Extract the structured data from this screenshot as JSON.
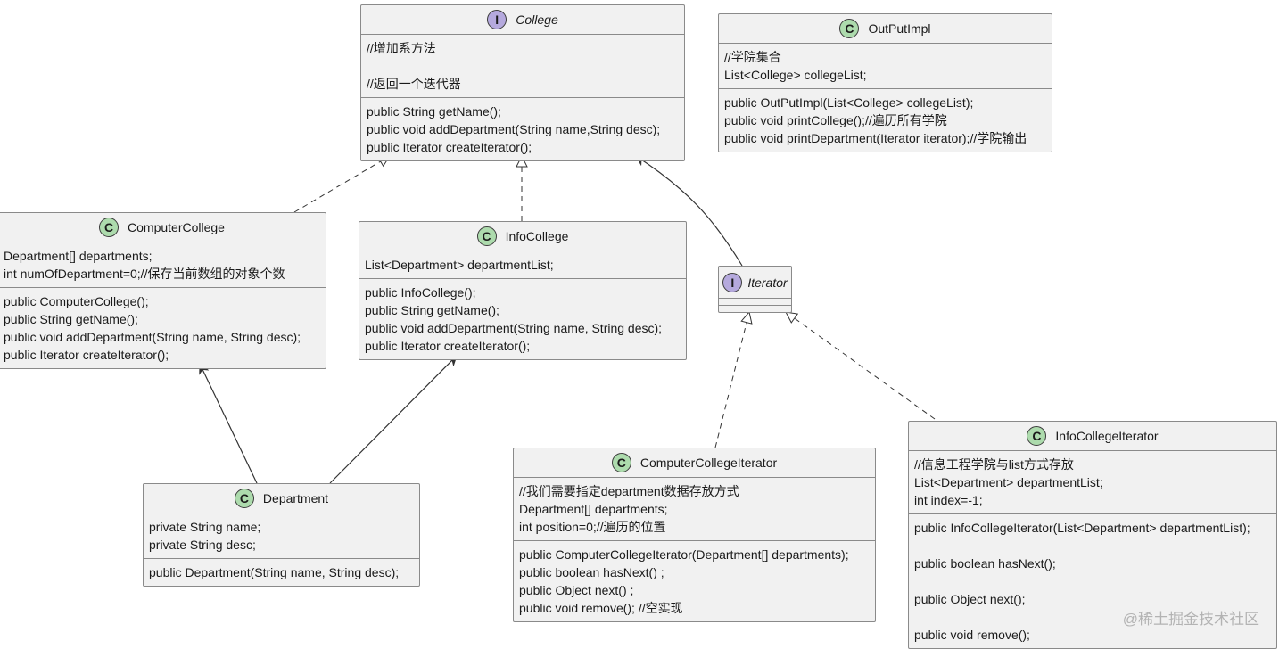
{
  "classes": {
    "college": {
      "badge": "I",
      "name": "College",
      "fields": [
        "//增加系方法",
        "",
        "//返回一个迭代器"
      ],
      "methods": [
        "public String getName();",
        "public void addDepartment(String name,String desc);",
        "public Iterator createIterator();"
      ]
    },
    "outputimpl": {
      "badge": "C",
      "name": "OutPutImpl",
      "fields": [
        "//学院集合",
        "List<College> collegeList;"
      ],
      "methods": [
        "public OutPutImpl(List<College> collegeList);",
        "public void printCollege();//遍历所有学院",
        "public void printDepartment(Iterator iterator);//学院输出"
      ]
    },
    "computer_college": {
      "badge": "C",
      "name": "ComputerCollege",
      "fields": [
        "Department[] departments;",
        "int numOfDepartment=0;//保存当前数组的对象个数"
      ],
      "methods": [
        "public ComputerCollege();",
        "public String getName();",
        "public void addDepartment(String name, String desc);",
        "public Iterator createIterator();"
      ]
    },
    "info_college": {
      "badge": "C",
      "name": "InfoCollege",
      "fields": [
        "List<Department> departmentList;"
      ],
      "methods": [
        "public InfoCollege();",
        "public String getName();",
        "public void addDepartment(String name, String desc);",
        "public Iterator createIterator();"
      ]
    },
    "iterator": {
      "badge": "I",
      "name": "Iterator",
      "fields": [],
      "methods": []
    },
    "department": {
      "badge": "C",
      "name": "Department",
      "fields": [
        "private String name;",
        "private String desc;"
      ],
      "methods": [
        "public Department(String name, String desc);"
      ]
    },
    "computer_college_iterator": {
      "badge": "C",
      "name": "ComputerCollegeIterator",
      "fields": [
        "//我们需要指定department数据存放方式",
        "Department[] departments;",
        "int position=0;//遍历的位置"
      ],
      "methods": [
        "public ComputerCollegeIterator(Department[] departments);",
        "public boolean hasNext() ;",
        "public Object next() ;",
        "public void remove(); //空实现"
      ]
    },
    "info_college_iterator": {
      "badge": "C",
      "name": "InfoCollegeIterator",
      "fields": [
        "//信息工程学院与list方式存放",
        "List<Department> departmentList;",
        "int index=-1;"
      ],
      "methods": [
        "public InfoCollegeIterator(List<Department> departmentList);",
        "",
        "public boolean hasNext();",
        "",
        "public Object next();",
        "",
        "public void remove();"
      ]
    }
  },
  "watermark": "@稀土掘金技术社区",
  "colors": {
    "class_fill": "#f1f1f1",
    "class_badge": "#addbad",
    "interface_badge": "#b5a9dd",
    "border": "#8a8a8a",
    "edge": "#333333"
  }
}
